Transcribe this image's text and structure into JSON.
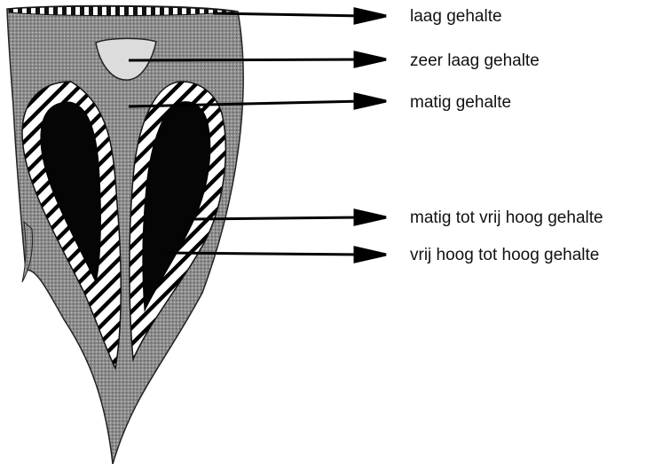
{
  "labels": [
    {
      "id": "laag",
      "text": "laag gehalte"
    },
    {
      "id": "zeer-laag",
      "text": "zeer laag gehalte"
    },
    {
      "id": "matig",
      "text": "matig gehalte"
    },
    {
      "id": "matig-vrij-hoog",
      "text": "matig tot vrij hoog gehalte"
    },
    {
      "id": "vrij-hoog-hoog",
      "text": "vrij hoog tot hoog gehalte"
    }
  ],
  "legend_levels": [
    {
      "label_ref": "laag",
      "fill": "dotted-grey",
      "color": "#8c8c8c"
    },
    {
      "label_ref": "zeer-laag",
      "fill": "light",
      "color": "#d8d8d8"
    },
    {
      "label_ref": "matig",
      "fill": "dotted-grey",
      "color": "#8c8c8c"
    },
    {
      "label_ref": "matig-vrij-hoog",
      "fill": "hatched",
      "color": "#ffffff"
    },
    {
      "label_ref": "vrij-hoog-hoog",
      "fill": "solid",
      "color": "#000000"
    }
  ]
}
